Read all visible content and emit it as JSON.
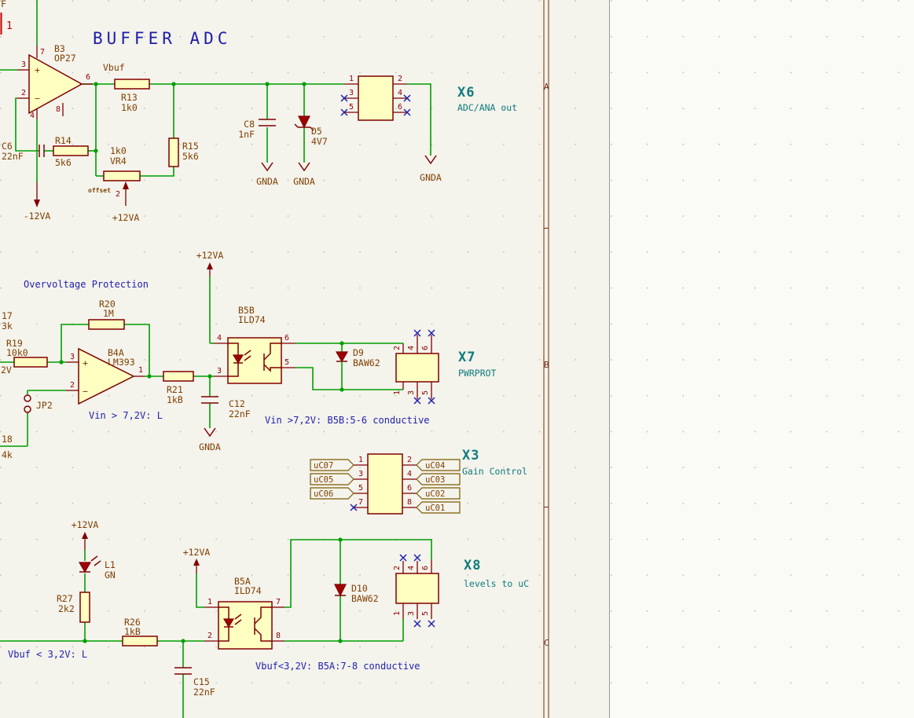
{
  "colors": {
    "background": "#F4F3EC",
    "canvas_right": "#FAFAF6",
    "wire_green": "#00A000",
    "symbol_outline": "#800000",
    "symbol_fill": "#FFFFC2",
    "field_text": "#804000",
    "pin_text": "#8B0000",
    "connector_teal": "#0E7C7C",
    "annotation_blue": "#2121B0",
    "diode_fill": "#9E0000",
    "sheet_border": "#7A2E00"
  },
  "title": "BUFFER ADC",
  "section_b_title": "Overvoltage Protection",
  "annotations": {
    "vin_logic": "Vin > 7,2V: L",
    "vin_conductive": "Vin >7,2V: B5B:5-6 conductive",
    "vbuf_logic": "Vbuf < 3,2V: L",
    "vbuf_conductive": "Vbuf<3,2V: B5A:7-8 conductive"
  },
  "net_labels": {
    "vbuf": "Vbuf",
    "offset": "offset"
  },
  "power": {
    "gnda": "GNDA",
    "plus12va": "+12VA",
    "minus12va": "-12VA"
  },
  "components": {
    "b3": {
      "ref": "B3",
      "value": "OP27"
    },
    "r13": {
      "ref": "R13",
      "value": "1k0"
    },
    "r14": {
      "ref": "R14",
      "value": "5k6"
    },
    "r15": {
      "ref": "R15",
      "value": "5k6"
    },
    "vr4": {
      "ref": "VR4",
      "value": "1k0"
    },
    "c6": {
      "ref": "C6",
      "value": "22nF"
    },
    "c8": {
      "ref": "C8",
      "value": "1nF"
    },
    "d5": {
      "ref": "D5",
      "value": "4V7"
    },
    "r19": {
      "ref": "R19",
      "value": "10k0"
    },
    "r20": {
      "ref": "R20",
      "value": "1M"
    },
    "b4a": {
      "ref": "B4A",
      "value": "LM393"
    },
    "r21": {
      "ref": "R21",
      "value": "1kB"
    },
    "c12": {
      "ref": "C12",
      "value": "22nF"
    },
    "b5b": {
      "ref": "B5B",
      "value": "ILD74"
    },
    "d9": {
      "ref": "D9",
      "value": "BAW62"
    },
    "jp2": {
      "ref": "JP2"
    },
    "l1": {
      "ref": "L1",
      "value": "GN"
    },
    "r27": {
      "ref": "R27",
      "value": "2k2"
    },
    "r26": {
      "ref": "R26",
      "value": "1kB"
    },
    "b5a": {
      "ref": "B5A",
      "value": "ILD74"
    },
    "c15": {
      "ref": "C15",
      "value": "22nF"
    },
    "d10": {
      "ref": "D10",
      "value": "BAW62"
    }
  },
  "connectors": {
    "x6": {
      "name": "X6",
      "desc": "ADC/ANA out"
    },
    "x7": {
      "name": "X7",
      "desc": "PWRPROT"
    },
    "x3": {
      "name": "X3",
      "desc": "Gain Control"
    },
    "x8": {
      "name": "X8",
      "desc": "levels to uC"
    }
  },
  "gain_labels": {
    "uc07": "uC07",
    "uc05": "uC05",
    "uc06": "uC06",
    "uc04": "uC04",
    "uc03": "uC03",
    "uc02": "uC02",
    "uc01": "uC01"
  },
  "pins": {
    "p1": "1",
    "p2": "2",
    "p3": "3",
    "p4": "4",
    "p5": "5",
    "p6": "6",
    "p7": "7",
    "p8": "8"
  },
  "opamp_signs": {
    "plus": "+",
    "minus": "−"
  },
  "sheet": {
    "rows": [
      "A",
      "B",
      "C"
    ]
  },
  "edge_fragments": {
    "f": "F",
    "one": "1",
    "r17": "17",
    "v3k": "3k",
    "v2v": "2V",
    "r18": "18",
    "v4k": "4k"
  }
}
